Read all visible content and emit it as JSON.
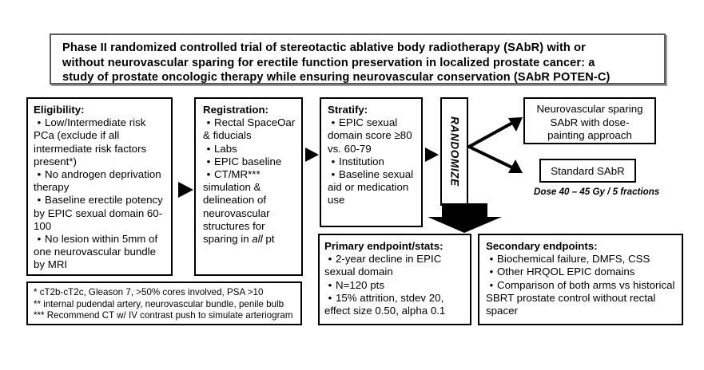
{
  "title": {
    "line1": "Phase II randomized  controlled  trial of stereotactic  ablative  body  radiotherapy  (SAbR) with or",
    "line2": "without neurovascular  sparing  for erectile  function  preservation  in localized  prostate  cancer: a",
    "line3": "study of prostate  oncologic  therapy  while  ensuring  neurovascular  conservation  (SAbR POTEN-C)"
  },
  "eligibility": {
    "header": "Eligibility:",
    "items": [
      "Low/Intermediate risk PCa (exclude if all intermediate risk factors present*)",
      "No androgen deprivation therapy",
      "Baseline erectile potency by EPIC sexual domain 60-100",
      "No lesion within 5mm of one neurovascular bundle by MRI"
    ]
  },
  "registration": {
    "header": "Registration:",
    "items": [
      "Rectal SpaceOar & fiducials",
      "Labs",
      "EPIC baseline",
      "CT/MR*** simulation & delineation of neurovascular structures for sparing in "
    ],
    "item4_italic": "all",
    "item4_tail": " pt"
  },
  "stratify": {
    "header": "Stratify:",
    "items": [
      "EPIC sexual domain score ≥80 vs. 60-79",
      "Institution",
      "Baseline sexual aid or medication use"
    ]
  },
  "randomize": {
    "label": "RANDOMIZE"
  },
  "arm_experimental": {
    "line1": "Neurovascular sparing",
    "line2": "SAbR with dose-",
    "line3": "painting approach"
  },
  "arm_standard": {
    "label": "Standard SAbR"
  },
  "dose_note": "Dose 40 – 45 Gy / 5 fractions",
  "primary": {
    "header": "Primary endpoint/stats:",
    "items": [
      "2-year decline in EPIC sexual domain",
      "N=120 pts",
      "15% attrition, stdev 20, effect size 0.50, alpha 0.1"
    ]
  },
  "secondary": {
    "header": "Secondary endpoints:",
    "items": [
      "Biochemical failure, DMFS, CSS",
      "Other HRQOL EPIC domains",
      "Comparison of both arms vs historical SBRT prostate control without rectal spacer"
    ]
  },
  "footnotes": {
    "lines": [
      "* cT2b-cT2c,  Gleason 7,  >50%  cores involved,  PSA >10",
      "** internal pudendal artery,  neurovascular bundle, penile bulb",
      "*** Recommend CT w/ IV contrast push to simulate arteriogram"
    ]
  },
  "colors": {
    "stroke": "#000000",
    "background": "#ffffff",
    "title_border": "#5a5a5a"
  }
}
